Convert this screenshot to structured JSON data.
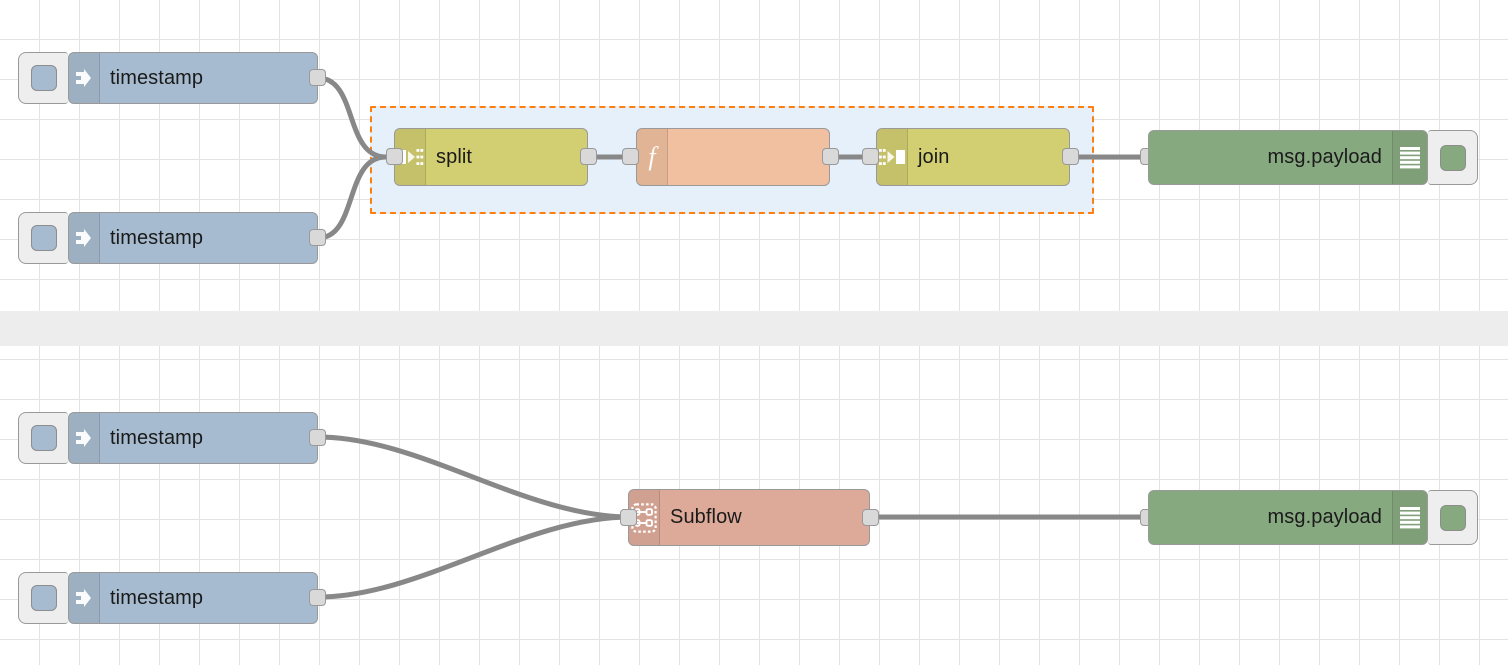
{
  "app": {
    "name": "Node-RED flow editor canvas",
    "grid_size": 40,
    "canvas_background": "#ffffff",
    "grid_color": "#e3e3e3",
    "flow_divider_color": "#ededed"
  },
  "colors": {
    "inject": "#a6bbcf",
    "split": "#d2ce72",
    "join": "#d2ce72",
    "function": "#f0c0a0",
    "subflow": "#ddaa99",
    "debug": "#87a980",
    "wire": "#888888",
    "port": "#d9d9d9",
    "node_border": "#999999",
    "group_fill": "#e5f0fb",
    "group_border": "#ff7f0e"
  },
  "flows": [
    {
      "id": "flow-top",
      "nodes": [
        {
          "id": "inject-1",
          "type": "inject",
          "label": "timestamp",
          "icon": "inject-arrow-icon",
          "align": "left"
        },
        {
          "id": "inject-2",
          "type": "inject",
          "label": "timestamp",
          "icon": "inject-arrow-icon",
          "align": "left"
        },
        {
          "id": "split-1",
          "type": "split",
          "label": "split",
          "icon": "split-icon",
          "align": "left"
        },
        {
          "id": "function-1",
          "type": "function",
          "label": "",
          "icon": "function-f-icon",
          "align": "center"
        },
        {
          "id": "join-1",
          "type": "join",
          "label": "join",
          "icon": "join-icon",
          "align": "left"
        },
        {
          "id": "debug-1",
          "type": "debug",
          "label": "msg.payload",
          "icon": "debug-lines-icon",
          "align": "right"
        }
      ],
      "group": {
        "id": "group-1",
        "label": "",
        "selected": true,
        "contains": [
          "split-1",
          "function-1",
          "join-1"
        ]
      }
    },
    {
      "id": "flow-bottom",
      "nodes": [
        {
          "id": "inject-3",
          "type": "inject",
          "label": "timestamp",
          "icon": "inject-arrow-icon",
          "align": "left"
        },
        {
          "id": "inject-4",
          "type": "inject",
          "label": "timestamp",
          "icon": "inject-arrow-icon",
          "align": "left"
        },
        {
          "id": "subflow-1",
          "type": "subflow",
          "label": "Subflow",
          "icon": "subflow-icon",
          "align": "left"
        },
        {
          "id": "debug-2",
          "type": "debug",
          "label": "msg.payload",
          "icon": "debug-lines-icon",
          "align": "right"
        }
      ]
    }
  ],
  "labels": {
    "timestamp_1": "timestamp",
    "timestamp_2": "timestamp",
    "timestamp_3": "timestamp",
    "timestamp_4": "timestamp",
    "split": "split",
    "function": "",
    "join": "join",
    "subflow": "Subflow",
    "debug_top": "msg.payload",
    "debug_bottom": "msg.payload"
  }
}
